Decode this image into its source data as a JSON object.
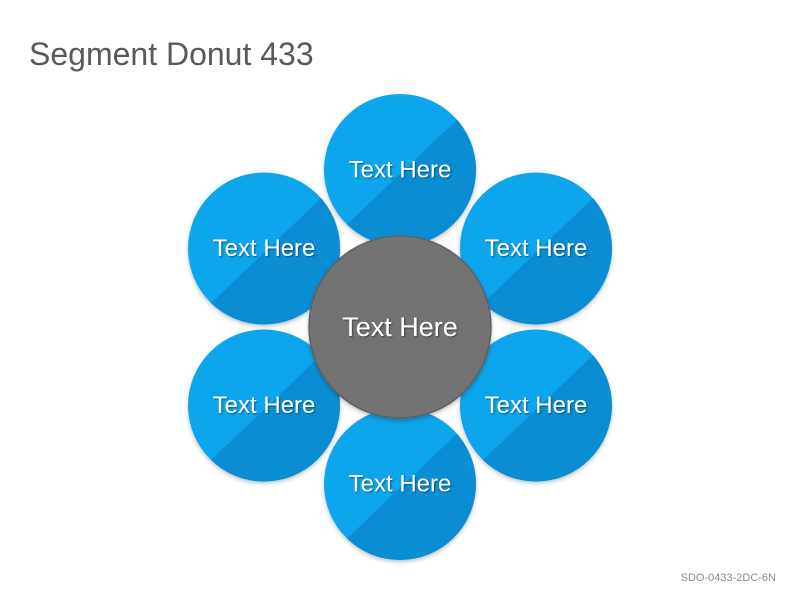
{
  "title": "Segment Donut 433",
  "footer_code": "SDO-0433-2DC-6N",
  "colors": {
    "petal": "#0aa5ec",
    "petal_shade": "#0a88cf",
    "center": "#737373",
    "center_stroke": "#616161"
  },
  "petals": [
    {
      "label": "Text Here"
    },
    {
      "label": "Text Here"
    },
    {
      "label": "Text Here"
    },
    {
      "label": "Text Here"
    },
    {
      "label": "Text Here"
    },
    {
      "label": "Text Here"
    }
  ],
  "center": {
    "label": "Text Here"
  }
}
